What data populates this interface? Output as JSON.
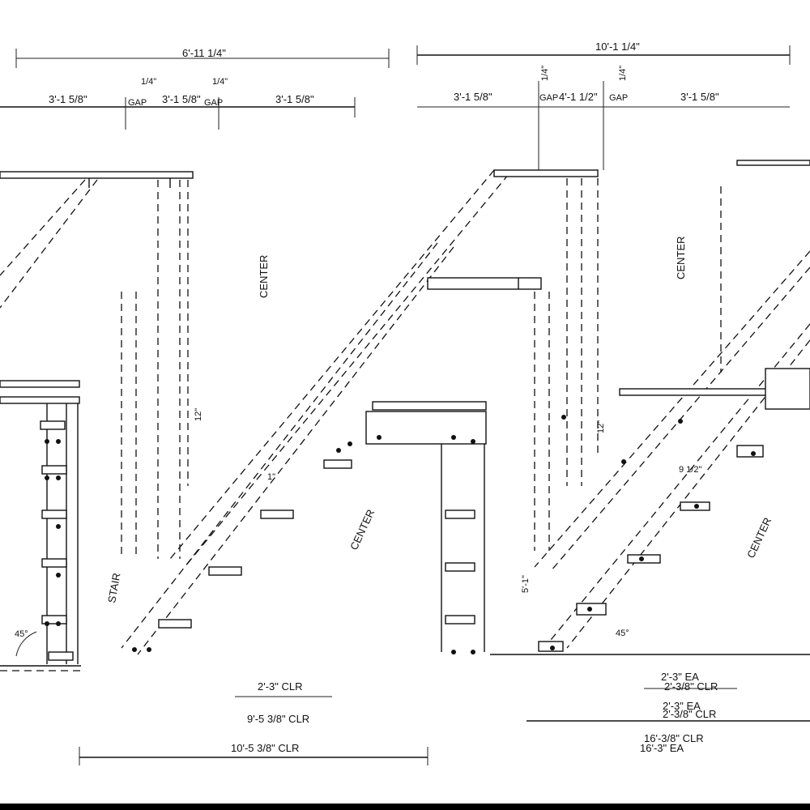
{
  "drawing": {
    "left_assembly": {
      "dims": {
        "overall_top": "6'-11 1/4\"",
        "gap_a": "1/4\"",
        "gap_b": "1/4\"",
        "seg_1": "3'-1 5/8\"",
        "seg_2": "3'-1 5/8\"",
        "seg_3": "3'-1 5/8\"",
        "gap_label_a": "GAP",
        "gap_label_b": "GAP",
        "stringer_a": "CENTER",
        "stringer_b": "CENTER",
        "stair_label": "STAIR",
        "rise": "12\"",
        "riser_1": "1\"",
        "bottom_1": "2'-3\" CLR",
        "bottom_2": "9'-5 3/8\" CLR",
        "bottom_3": "10'-5 3/8\" CLR",
        "angle": "45°"
      }
    },
    "right_assembly": {
      "dims": {
        "overall_top": "10'-1 1/4\"",
        "gap_a": "1/4\"",
        "gap_b": "1/4\"",
        "seg_1": "3'-1 5/8\"",
        "seg_2": "4'-1 1/2\"",
        "seg_3": "3'-1 5/8\"",
        "gap_label_a": "GAP",
        "gap_label_b": "GAP",
        "stringer_a": "CENTER",
        "stringer_b": "CENTER",
        "rise": "12\"",
        "note": "5'-1\"",
        "half": "9 1/2\"",
        "bottom_1": "2'-3\" EA",
        "bottom_1b": "2'-3/8\" CLR",
        "bottom_2": "2'-3\" EA",
        "bottom_2b": "2'-3/8\" CLR",
        "bottom_3": "16'-3/8\" CLR",
        "bottom_3b": "16'-3\" EA",
        "angle": "45°"
      }
    }
  }
}
